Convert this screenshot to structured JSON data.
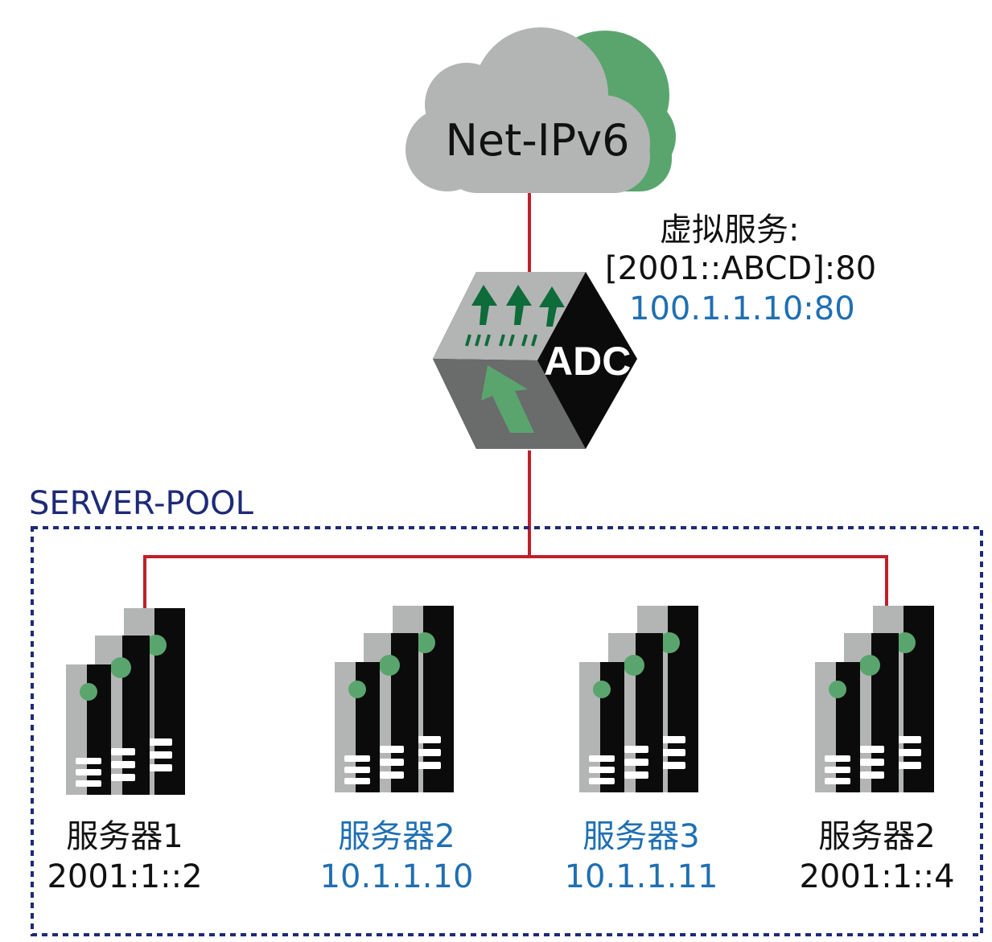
{
  "cloud": {
    "label": "Net-IPv6"
  },
  "adc": {
    "label": "ADC"
  },
  "virtual_service": {
    "title": "虚拟服务:",
    "ipv6": "[2001::ABCD]:80",
    "ipv4": "100.1.1.10:80"
  },
  "server_pool": {
    "label": "SERVER-POOL"
  },
  "servers": [
    {
      "name": "服务器1",
      "address": "2001:1::2"
    },
    {
      "name": "服务器2",
      "address": "10.1.1.10"
    },
    {
      "name": "服务器3",
      "address": "10.1.1.11"
    },
    {
      "name": "服务器2",
      "address": "2001:1::4"
    }
  ],
  "colors": {
    "link": "#c0202a",
    "pool_border": "#1e2a78",
    "ipv4_text": "#1f6fb2",
    "accent_green": "#5aa56e",
    "dark_green": "#0e6b3a"
  }
}
